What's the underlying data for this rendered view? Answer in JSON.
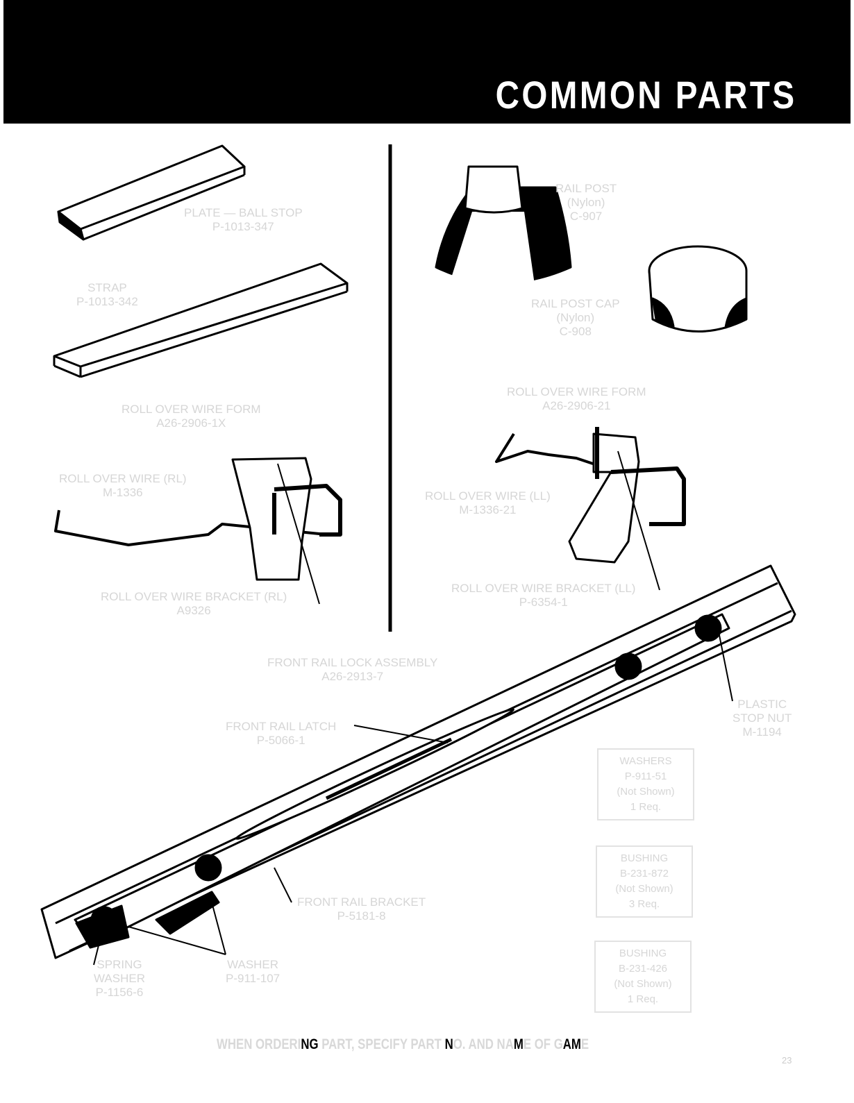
{
  "header": {
    "title": "COMMON PARTS"
  },
  "left_parts": [
    {
      "name": "PLATE — BALL STOP",
      "number": "P-1013-347"
    },
    {
      "name": "STRAP",
      "number": "P-1013-342"
    },
    {
      "name": "ROLL OVER WIRE FORM",
      "number": "A26-2906-1X"
    },
    {
      "name": "ROLL OVER WIRE (RL)",
      "number": "M-1336"
    },
    {
      "name": "ROLL OVER WIRE BRACKET (RL)",
      "number": "A9326"
    }
  ],
  "right_parts": [
    {
      "name": "RAIL POST",
      "sub": "(Nylon)",
      "number": "C-907"
    },
    {
      "name": "RAIL POST CAP",
      "sub": "(Nylon)",
      "number": "C-908"
    },
    {
      "name": "ROLL OVER WIRE FORM",
      "number": "A26-2906-21"
    },
    {
      "name": "ROLL OVER WIRE (LL)",
      "number": "M-1336-21"
    },
    {
      "name": "ROLL OVER WIRE BRACKET (LL)",
      "number": "P-6354-1"
    }
  ],
  "assembly": {
    "title": "FRONT RAIL LOCK ASSEMBLY",
    "number": "A26-2913-7",
    "latch": {
      "name": "FRONT RAIL LATCH",
      "number": "P-5066-1"
    },
    "bracket": {
      "name": "FRONT RAIL BRACKET",
      "number": "P-5181-8"
    },
    "stop_nut": {
      "l1": "PLASTIC",
      "l2": "STOP NUT",
      "number": "M-1194"
    },
    "spring_washer": {
      "l1": "SPRING",
      "l2": "WASHER",
      "number": "P-1156-6"
    },
    "washer": {
      "name": "WASHER",
      "number": "P-911-107"
    }
  },
  "boxes": [
    {
      "name": "WASHERS",
      "number": "P-911-51",
      "note": "(Not Shown)",
      "qty": "1 Req."
    },
    {
      "name": "BUSHING",
      "number": "B-231-872",
      "note": "(Not Shown)",
      "qty": "3 Req."
    },
    {
      "name": "BUSHING",
      "number": "B-231-426",
      "note": "(Not Shown)",
      "qty": "1 Req."
    }
  ],
  "footer": {
    "segments": [
      {
        "text": "WHEN ORDERI",
        "dark": false
      },
      {
        "text": "NG",
        "dark": true
      },
      {
        "text": " PART, SPECIFY PART ",
        "dark": false
      },
      {
        "text": "N",
        "dark": true
      },
      {
        "text": "O. AND NA",
        "dark": false
      },
      {
        "text": "M",
        "dark": true
      },
      {
        "text": "E OF G",
        "dark": false
      },
      {
        "text": "AM",
        "dark": true
      },
      {
        "text": "E",
        "dark": false
      }
    ]
  },
  "page_number": "23"
}
